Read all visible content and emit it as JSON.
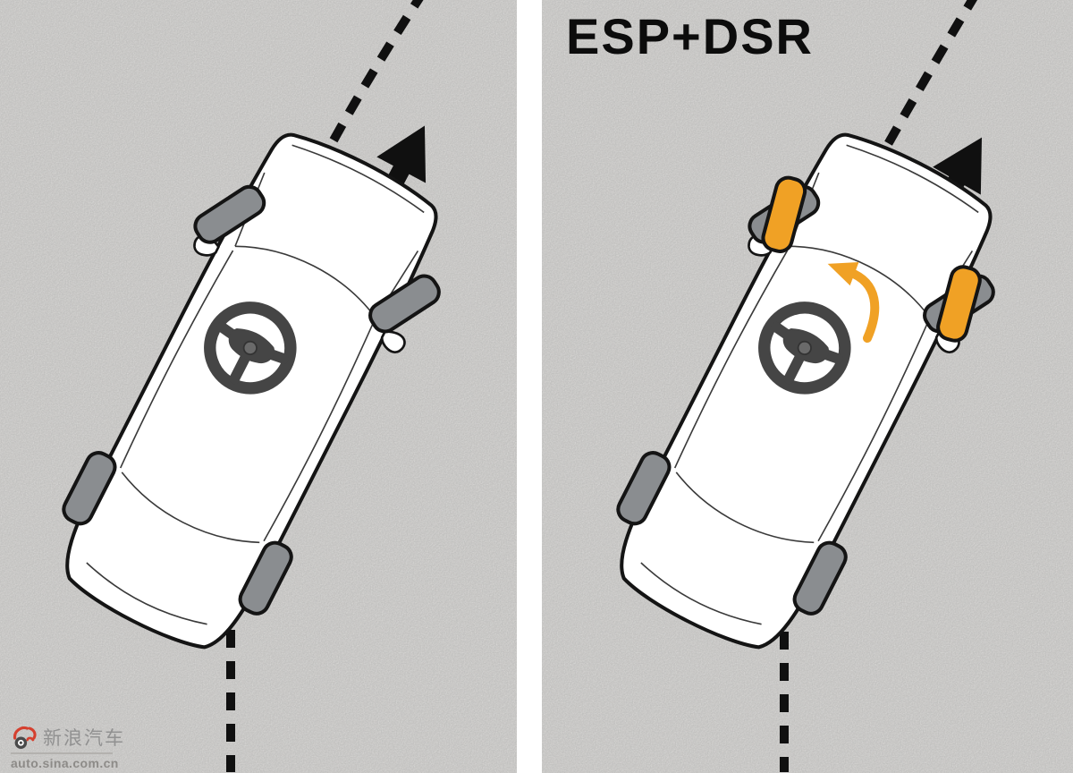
{
  "right_panel": {
    "title": "ESP+DSR"
  },
  "watermark": {
    "brand": "新浪汽车",
    "url": "auto.sina.com.cn",
    "logo_icon": "sina-flame-eye-icon"
  },
  "icons": {
    "steering_wheel": "steering-wheel-icon",
    "direction_arrow": "direction-arrow-icon",
    "steering_correction_arrow": "orange-counterclockwise-arrow-icon",
    "intended_path": "dashed-curve-path",
    "travel_path": "dashed-straight-path"
  },
  "colors": {
    "accent_orange": "#F0A125",
    "wheel_grey": "#8A8D90",
    "arrow_black": "#101010",
    "background_grey": "#E8E7E5",
    "divider_white": "#FFFFFF",
    "logo_red": "#D5402F",
    "watermark_grey": "#919191"
  }
}
